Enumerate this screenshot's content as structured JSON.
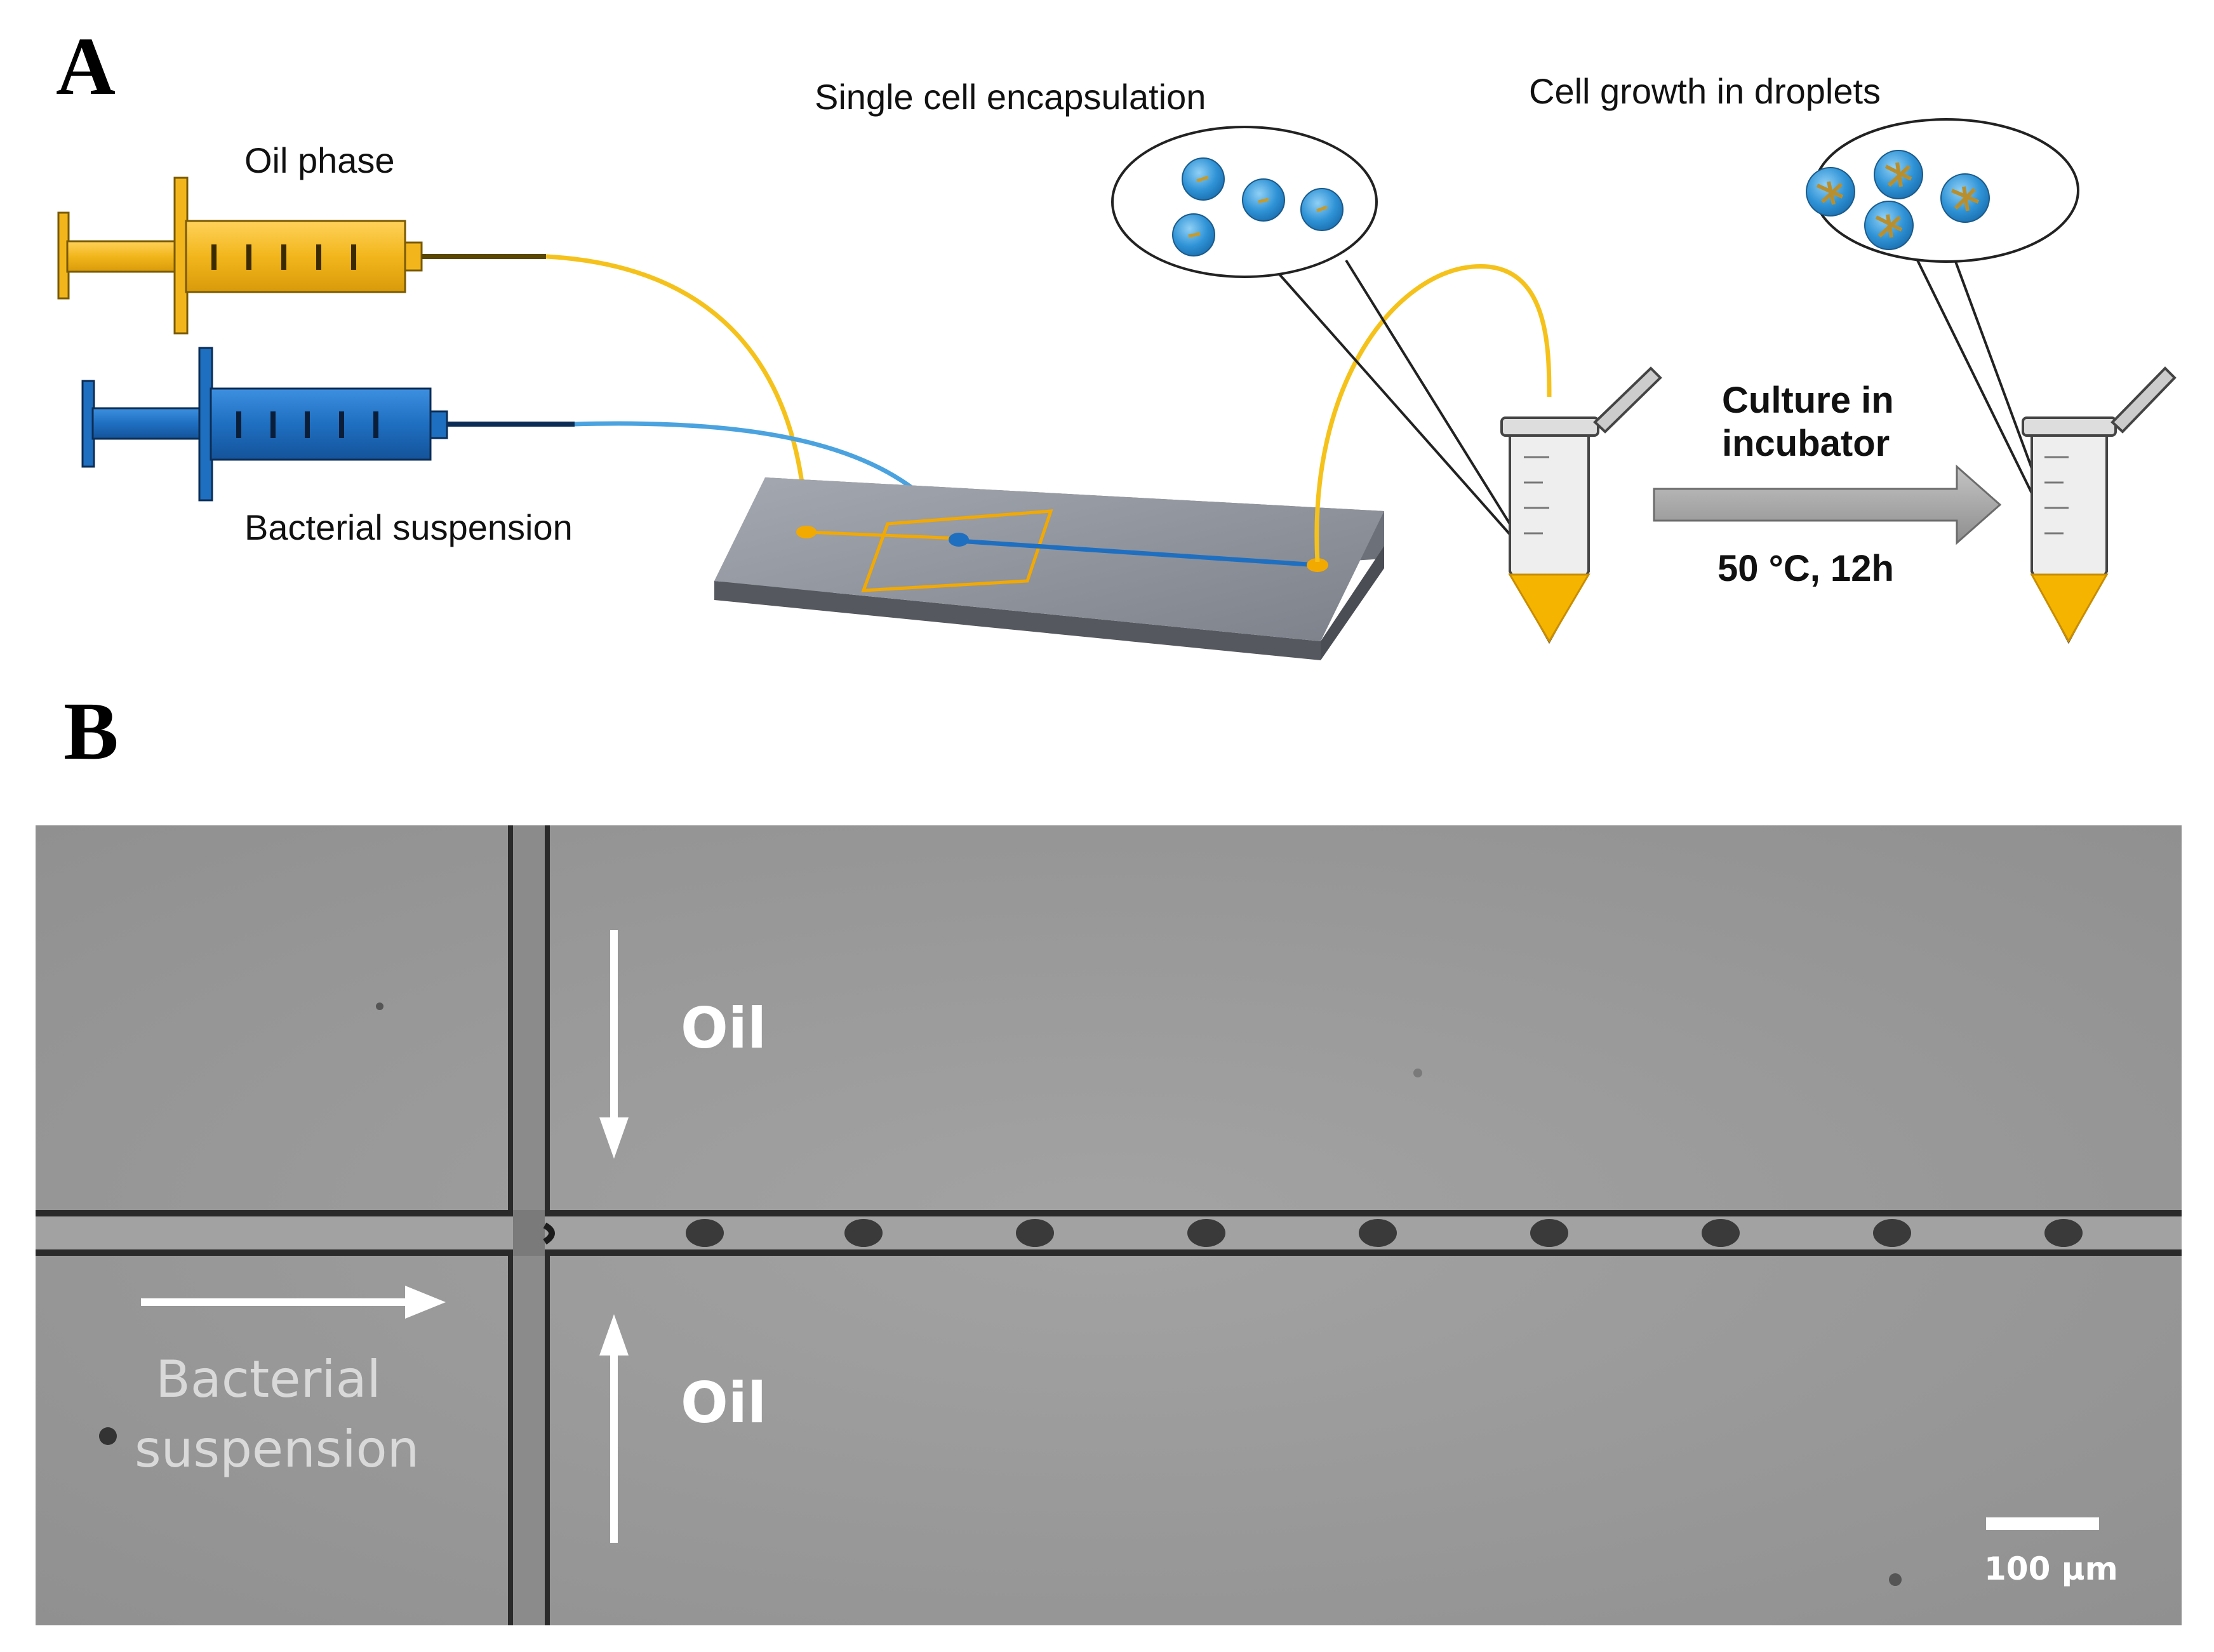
{
  "panel_a": {
    "letter": "A",
    "oil_phase_label": "Oil phase",
    "bacterial_suspension_label": "Bacterial suspension",
    "single_cell_label": "Single cell encapsulation",
    "cell_growth_label": "Cell growth in droplets",
    "culture_line1": "Culture in",
    "culture_line2": "incubator",
    "conditions": "50 °C, 12h",
    "colors": {
      "oil_syringe": "#f2b61c",
      "bacterial_syringe": "#1f6fc1",
      "oil_tube": "#f5c21b",
      "bacterial_tube": "#4aa3df",
      "chip": "#8a8e97",
      "droplet": "#3a9bd9",
      "tube_liquid": "#f5b400"
    }
  },
  "panel_b": {
    "letter": "B",
    "oil_top_label": "Oil",
    "oil_bottom_label": "Oil",
    "bacterial_line1": "Bacterial",
    "bacterial_line2": "suspension",
    "scale_bar_label": "100 μm",
    "colors": {
      "background": "#9b9b9b",
      "channel_wall": "#2a2a2a",
      "arrow": "#ffffff"
    }
  }
}
